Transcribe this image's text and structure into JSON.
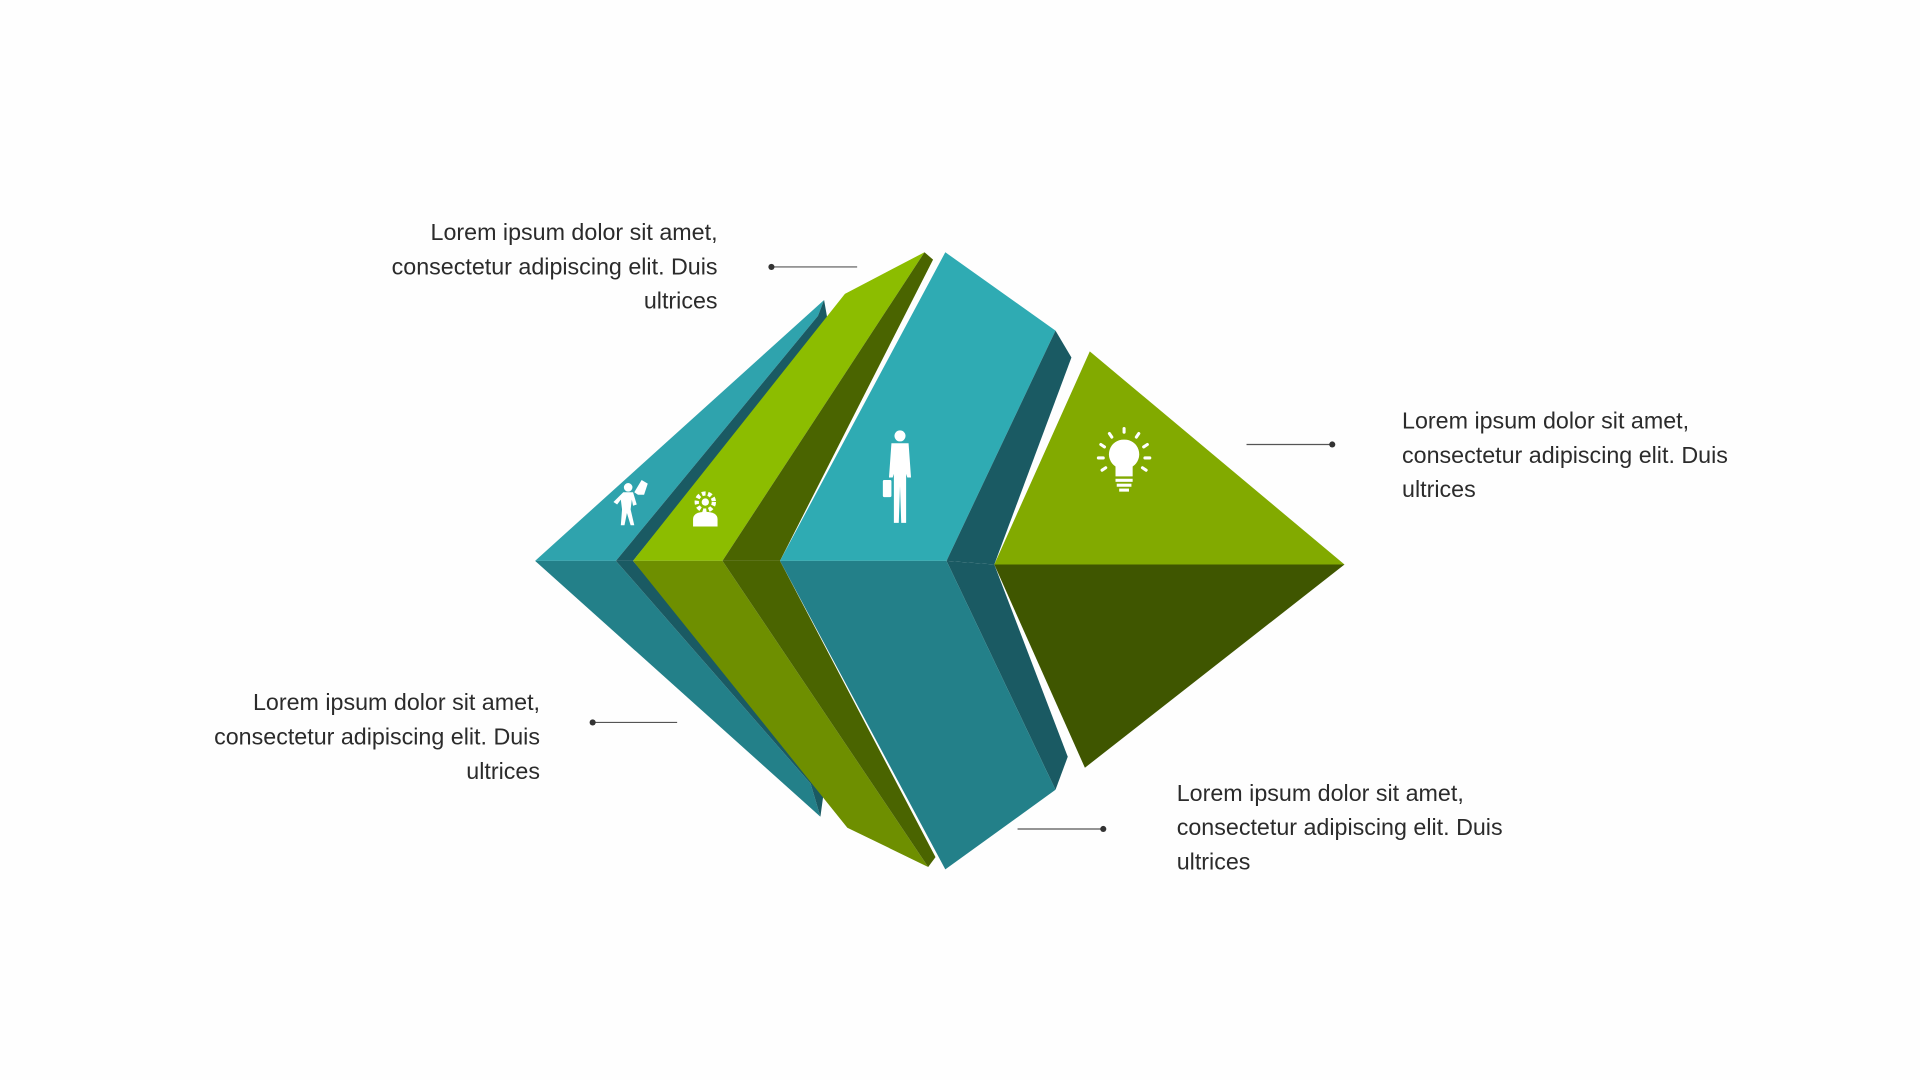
{
  "colors": {
    "teal_light": "#2fa9b2",
    "teal_mid": "#238089",
    "teal_dark": "#1a5a63",
    "green_light": "#8cbd00",
    "green_mid": "#6e8f00",
    "green_dark": "#4a6400",
    "green_face": "#82aa00",
    "green_deep": "#3f5600",
    "text": "#2b2b2b",
    "connector": "#555555"
  },
  "blocks": [
    {
      "icon": "businessman-celebrating-icon",
      "lines": [
        "Lorem ipsum dolor sit amet,",
        "consectetur adipiscing elit. Duis",
        "ultrices"
      ]
    },
    {
      "icon": "lightbulb-icon",
      "lines": [
        "Lorem ipsum dolor sit amet,",
        "consectetur adipiscing elit. Duis",
        "ultrices"
      ]
    },
    {
      "icon": "person-gear-icon",
      "lines": [
        "Lorem ipsum dolor sit amet,",
        "consectetur adipiscing elit. Duis",
        "ultrices"
      ]
    },
    {
      "icon": "businessman-briefcase-icon",
      "lines": [
        "Lorem ipsum dolor sit amet,",
        "consectetur adipiscing elit. Duis",
        "ultrices"
      ]
    }
  ]
}
